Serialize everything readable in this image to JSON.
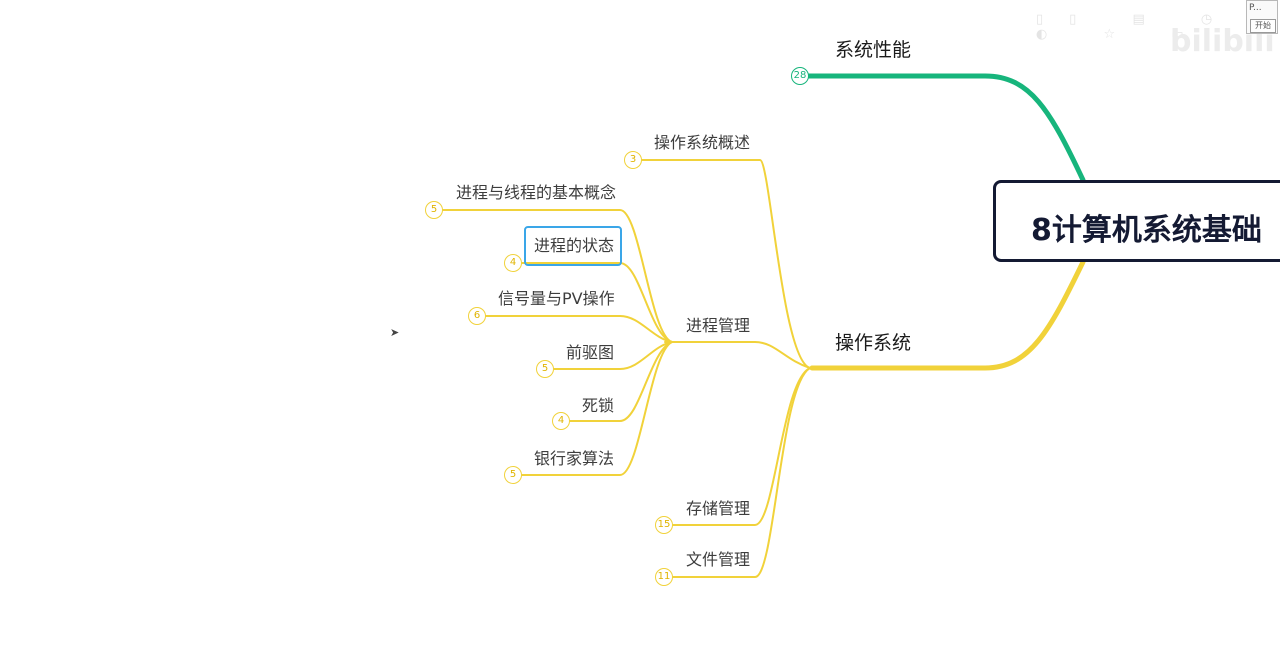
{
  "root": {
    "label": "8计算机系统基础"
  },
  "branches": [
    {
      "id": "perf",
      "label": "系统性能",
      "count": "28",
      "color": "#17b57c"
    },
    {
      "id": "os",
      "label": "操作系统",
      "color": "#f1d23a"
    }
  ],
  "os_children": [
    {
      "id": "overview",
      "label": "操作系统概述",
      "count": "3"
    },
    {
      "id": "proc",
      "label": "进程管理"
    },
    {
      "id": "storage",
      "label": "存储管理",
      "count": "15"
    },
    {
      "id": "file",
      "label": "文件管理",
      "count": "11"
    }
  ],
  "proc_children": [
    {
      "id": "basic",
      "label": "进程与线程的基本概念",
      "count": "5"
    },
    {
      "id": "state",
      "label": "进程的状态",
      "count": "4",
      "selected": true
    },
    {
      "id": "sem",
      "label": "信号量与PV操作",
      "count": "6"
    },
    {
      "id": "prec",
      "label": "前驱图",
      "count": "5"
    },
    {
      "id": "dead",
      "label": "死锁",
      "count": "4"
    },
    {
      "id": "bank",
      "label": "银行家算法",
      "count": "5"
    }
  ],
  "watermark": {
    "brand": "bilibili"
  },
  "overlay": {
    "title": "P...",
    "button": "开始"
  }
}
